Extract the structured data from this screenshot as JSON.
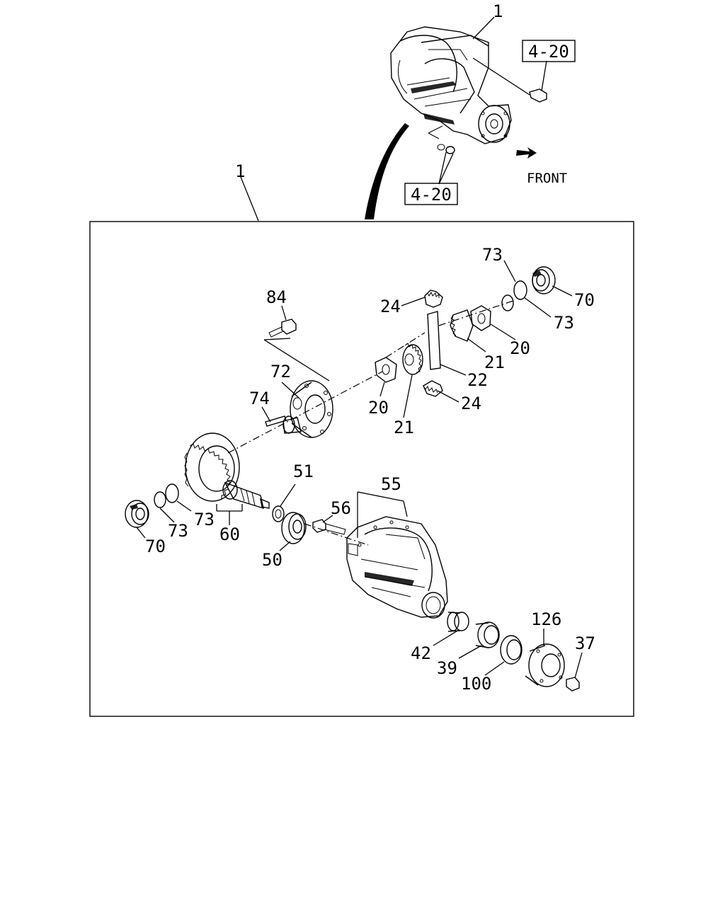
{
  "diagram": {
    "front_label": "FRONT",
    "ref_labels": [
      "4-20",
      "4-20"
    ],
    "assembly_labels": [
      "1",
      "1"
    ],
    "part_labels": {
      "p84": "84",
      "p72": "72",
      "p74": "74",
      "p24a": "24",
      "p24b": "24",
      "p73a": "73",
      "p73b": "73",
      "p73c": "73",
      "p73d": "73",
      "p70a": "70",
      "p70b": "70",
      "p20a": "20",
      "p20b": "20",
      "p21a": "21",
      "p21b": "21",
      "p22": "22",
      "p51": "51",
      "p55": "55",
      "p56": "56",
      "p60": "60",
      "p50": "50",
      "p42": "42",
      "p39": "39",
      "p100": "100",
      "p126": "126",
      "p37": "37"
    }
  }
}
